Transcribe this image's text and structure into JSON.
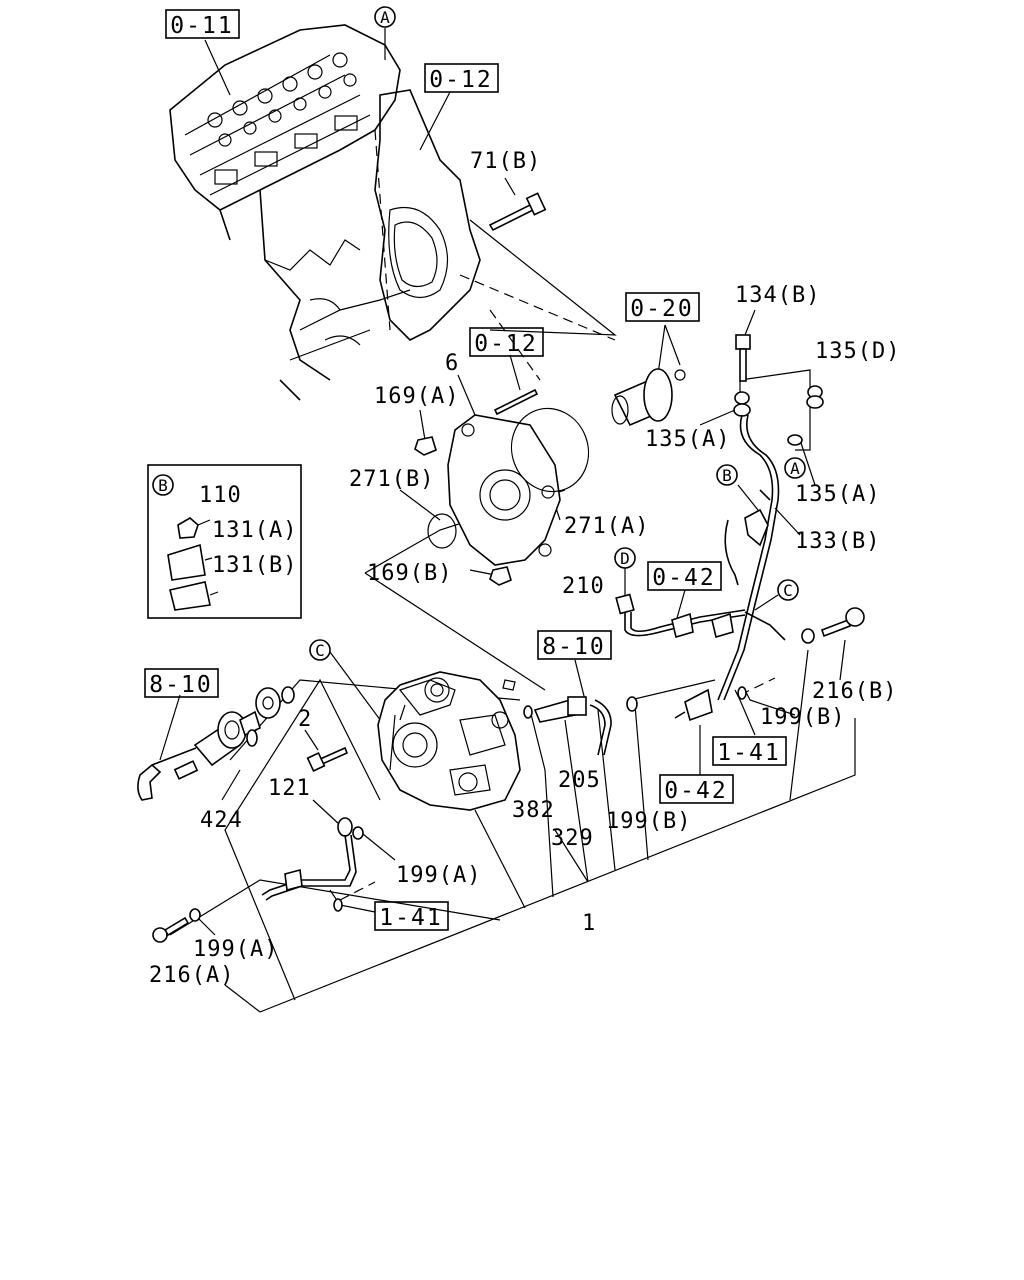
{
  "colors": {
    "ink": "#000000",
    "background": "#ffffff"
  },
  "refs": {
    "r0_11": "0-11",
    "r0_12_top": "0-12",
    "r0_12_mid": "0-12",
    "r0_20": "0-20",
    "r0_42_mid": "0-42",
    "r0_42_low": "0-42",
    "r8_10_left": "8-10",
    "r8_10_mid": "8-10",
    "r1_41_right": "1-41",
    "r1_41_low": "1-41"
  },
  "parts": {
    "p71b": "71(B)",
    "p134b": "134(B)",
    "p135d": "135(D)",
    "p135a_left": "135(A)",
    "p135a_right": "135(A)",
    "p133b": "133(B)",
    "p6": "6",
    "p169a": "169(A)",
    "p271b": "271(B)",
    "p271a": "271(A)",
    "p169b": "169(B)",
    "p110": "110",
    "p131a": "131(A)",
    "p131b": "131(B)",
    "p210": "210",
    "p216b": "216(B)",
    "p199b_right": "199(B)",
    "p199b_mid": "199(B)",
    "p2": "2",
    "p121": "121",
    "p424": "424",
    "p382": "382",
    "p329": "329",
    "p205": "205",
    "p199a_mid": "199(A)",
    "p199a_low": "199(A)",
    "p216a": "216(A)",
    "p1": "1"
  },
  "markers": {
    "a_top": "A",
    "a_right": "A",
    "b_inset": "B",
    "b_pipe": "B",
    "c_pump": "C",
    "c_pipe": "C",
    "d_pipe": "D"
  }
}
